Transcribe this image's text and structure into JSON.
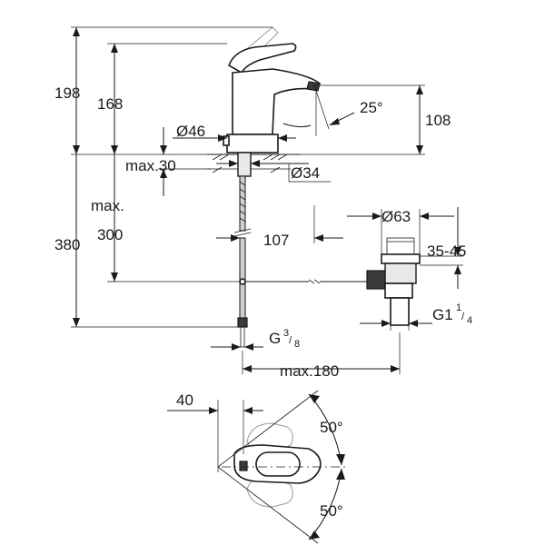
{
  "dimensions": {
    "height_total": "198",
    "height_spout": "168",
    "angle_spout": "25°",
    "spout_rise": "108",
    "dia_base": "Ø46",
    "max_thickness": "max.30",
    "dia_hole": "Ø34",
    "max_label": "max.",
    "max_value": "300",
    "hose_total": "380",
    "projection": "107",
    "dia_waste": "Ø63",
    "waste_range": "35-45",
    "waste_thread_main": "G1",
    "waste_thread_num": "1",
    "waste_thread_den": "4",
    "supply_thread_main": "G",
    "supply_thread_num": "3",
    "supply_thread_den": "8",
    "max_pull": "max.180",
    "lever_offset": "40",
    "rot_left": "50°",
    "rot_right": "50°"
  }
}
